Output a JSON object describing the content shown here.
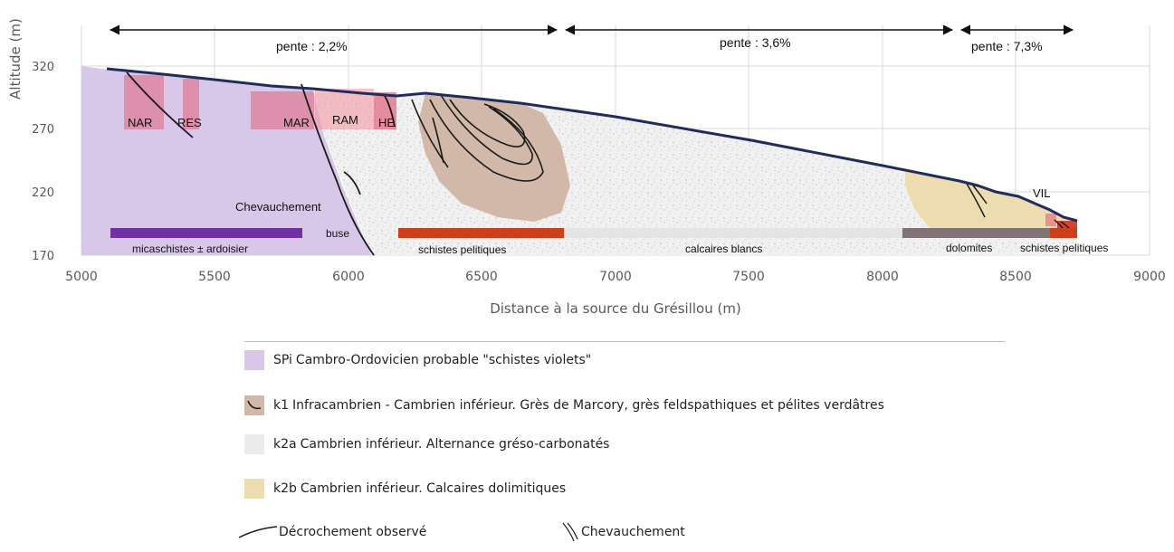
{
  "chart": {
    "y_axis_label": "Altitude (m)",
    "x_axis_label": "Distance à la source du Grésillou (m)",
    "x_ticks": [
      "5000",
      "5500",
      "6000",
      "6500",
      "7000",
      "7500",
      "8000",
      "8500",
      "9000"
    ],
    "y_ticks": [
      "320",
      "270",
      "220",
      "170"
    ],
    "slopes": [
      "pente : 2,2%",
      "pente : 3,6%",
      "pente : 7,3%"
    ],
    "zones": [
      "NAR",
      "RES",
      "MAR",
      "RAM",
      "HE",
      "VIL"
    ],
    "fault_labels": [
      "Chevauchement",
      "buse"
    ],
    "lithology_bars": [
      "micaschistes ± ardoisier",
      "schistes pelitiques",
      "calcaires blancs",
      "dolomites",
      "schistes pelitiques"
    ]
  },
  "chart_data": {
    "type": "area",
    "xlabel": "Distance à la source du Grésillou (m)",
    "ylabel": "Altitude (m)",
    "xlim": [
      5000,
      9000
    ],
    "ylim": [
      170,
      345
    ],
    "x_ticks": [
      5000,
      5500,
      6000,
      6500,
      7000,
      7500,
      8000,
      8500,
      9000
    ],
    "y_ticks": [
      170,
      220,
      270,
      320
    ],
    "grid": true,
    "series": [
      {
        "x": [
          5100,
          5300,
          5600,
          5900,
          6200,
          6450,
          6700,
          7000,
          7500,
          8000,
          8200,
          8350,
          8500,
          8600,
          8700,
          8740
        ],
        "y": [
          318,
          313,
          307,
          301,
          295,
          293,
          288,
          277,
          259,
          242,
          230,
          223,
          217,
          212,
          206,
          201
        ]
      }
    ],
    "slope_segments": [
      {
        "from": 5100,
        "to": 6800,
        "label": "pente : 2,2%"
      },
      {
        "from": 6800,
        "to": 8300,
        "label": "pente : 3,6%"
      },
      {
        "from": 8300,
        "to": 8740,
        "label": "pente : 7,3%"
      }
    ],
    "lithology_bars": [
      {
        "from": 5100,
        "to": 5830,
        "label": "micaschistes ± ardoisier",
        "color": "#7030a0"
      },
      {
        "from": 6180,
        "to": 6810,
        "label": "schistes pelitiques",
        "color": "#c9401b"
      },
      {
        "from": 6810,
        "to": 8080,
        "label": "calcaires blancs",
        "color": "#e4e4e4"
      },
      {
        "from": 8080,
        "to": 8640,
        "label": "dolomites",
        "color": "#7f7375"
      },
      {
        "from": 8640,
        "to": 8740,
        "label": "schistes pelitiques",
        "color": "#c9401b"
      }
    ]
  },
  "legend": {
    "items": [
      {
        "code": "SPi",
        "text": "Cambro-Ordovicien probable \"schistes violets\"",
        "color": "#d8c7e8"
      },
      {
        "code": "k1",
        "text": "Infracambrien - Cambrien inférieur. Grès de Marcory, grès feldspathiques et pélites verdâtres",
        "color": "#d2b8a8"
      },
      {
        "code": "k2a",
        "text": "Cambrien inférieur. Alternance gréso-carbonatés",
        "color": "#ececec"
      },
      {
        "code": "k2b",
        "text": "Cambrien inférieur. Calcaires dolimitiques",
        "color": "#ecdcb0"
      }
    ],
    "decrochement": "Décrochement observé",
    "chevauchement": "Chevauchement"
  },
  "colors": {
    "profile_line": "#1f2d5c",
    "purple_zone": "#d8c7e8",
    "k1_zone": "#d2b8a8",
    "k2b_zone": "#ecdcb0",
    "highlight": "#e0637a",
    "grid": "#d9d9d9"
  }
}
